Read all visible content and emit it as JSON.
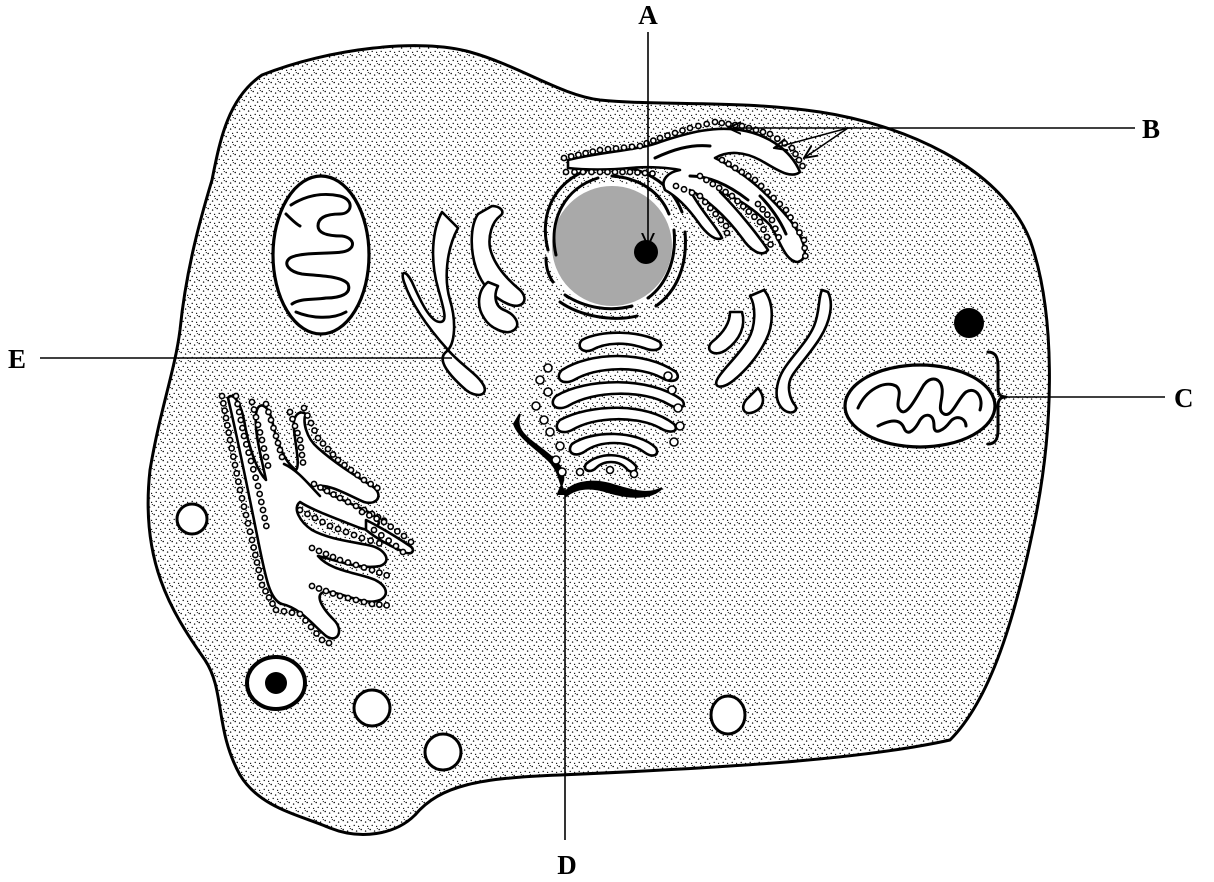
{
  "labels": {
    "a": "A",
    "b": "B",
    "c": "C",
    "d": "D",
    "e": "E"
  },
  "colors": {
    "nucleus_fill": "#a9a9a9",
    "nucleolus_fill": "#000000",
    "cytoplasm_stipple": "#000000",
    "line": "#000000",
    "background": "#ffffff"
  }
}
